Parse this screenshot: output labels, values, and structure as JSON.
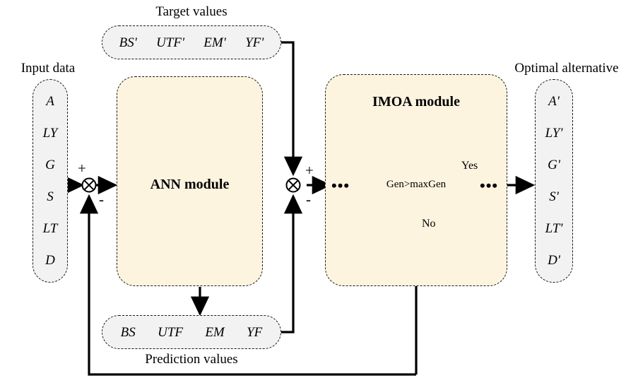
{
  "diagram": {
    "title_captions": {
      "input_data": "Input data",
      "target_values": "Target values",
      "prediction_values": "Prediction values",
      "optimal_alternative": "Optimal alternative"
    },
    "colors": {
      "module_fill": "#fdf4e0",
      "value_box_fill": "#f2f2f2",
      "stroke": "#1a1a1a",
      "background": "#ffffff"
    },
    "input_data": {
      "items": [
        "A",
        "LY",
        "G",
        "S",
        "LT",
        "D"
      ]
    },
    "optimal_alternative": {
      "items": [
        "A'",
        "LY'",
        "G'",
        "S'",
        "LT'",
        "D'"
      ]
    },
    "target_values": {
      "items": [
        "BS'",
        "UTF'",
        "EM'",
        "YF'"
      ]
    },
    "prediction_values": {
      "items": [
        "BS",
        "UTF",
        "EM",
        "YF"
      ]
    },
    "modules": [
      {
        "id": "ann",
        "label": "ANN module"
      },
      {
        "id": "imoa",
        "label": "IMOA module"
      }
    ],
    "summing_junctions": [
      {
        "id": "junction-left",
        "plus": "+",
        "minus": "-"
      },
      {
        "id": "junction-right",
        "plus": "+",
        "minus": "-"
      }
    ],
    "decision": {
      "condition": "Gen>maxGen",
      "yes_label": "Yes",
      "no_label": "No"
    },
    "ellipsis": "•••"
  }
}
